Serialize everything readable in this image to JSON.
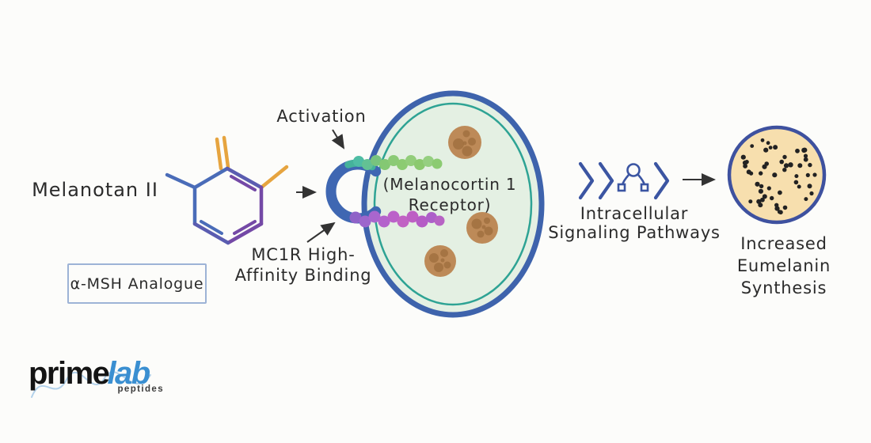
{
  "diagram": {
    "molecule_label": "Melanotan II",
    "molecule_sublabel": "α-MSH Analogue",
    "activation_label": "Activation",
    "binding_label_line1": "MC1R High-",
    "binding_label_line2": "Affinity Binding",
    "receptor_label_line1": "(Melanocortin 1",
    "receptor_label_line2": "Receptor)",
    "signaling_label_line1": "Intracellular",
    "signaling_label_line2": "Signaling Pathways",
    "result_label_line1": "Increased",
    "result_label_line2": "Eumelanin",
    "result_label_line3": "Synthesis"
  },
  "logo": {
    "prime": "prime",
    "lab": "lab",
    "tagline": "peptides"
  },
  "colors": {
    "text": "#2b2b2b",
    "ring_blue": "#3e63ac",
    "ring_teal": "#2ea394",
    "cell_fill": "#e4f0e3",
    "receptor_blue": "#3f67b2",
    "receptor_teal": "#45b29b",
    "bead_green": "#84c873",
    "bead_purple": "#b463cc",
    "melanosome": "#bd8a58",
    "melanosome_spot": "#a1703f",
    "chevron_blue": "#3b55a2",
    "bond_blue": "#4a6cb8",
    "bond_purple": "#7449a6",
    "bond_violet": "#5a5cb0",
    "bond_orange": "#e6a43f",
    "eumelanin_fill": "#f7dfae",
    "eumelanin_ring": "#3e519f",
    "dot_black": "#222222",
    "box_border": "#9db3d6",
    "logo_blue": "#3a8fd1"
  }
}
